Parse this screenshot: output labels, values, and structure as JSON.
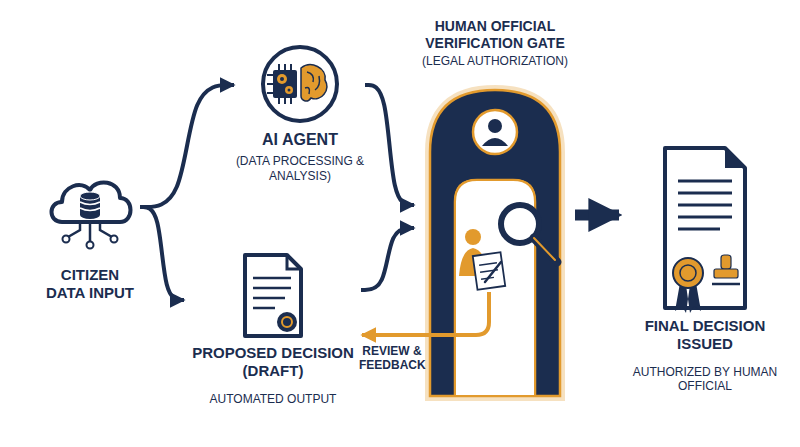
{
  "diagram": {
    "nodes": [
      {
        "text": [
          "CITIZEN DATA INPUT"
        ]
      },
      {
        "text": [
          "AI AGENT",
          "(DATA PROCESSING & ANALYSIS)"
        ]
      },
      {
        "text": [
          "PROPOSED DECISION (DRAFT)",
          "AUTOMATED OUTPUT"
        ]
      },
      {
        "text": [
          "HUMAN OFFICIAL VERIFICATION GATE",
          "(LEGAL AUTHORIZATION)"
        ]
      },
      {
        "text": [
          "FINAL DECISION ISSUED",
          "AUTHORIZED BY HUMAN OFFICIAL"
        ]
      }
    ],
    "edges": [
      {
        "from": 0,
        "to": 1,
        "arrow": "to"
      },
      {
        "from": 0,
        "to": 2,
        "arrow": "to"
      },
      {
        "from": 1,
        "to": 3,
        "arrow": "to"
      },
      {
        "from": 2,
        "to": 3,
        "arrow": "to"
      },
      {
        "from": 3,
        "to": 4,
        "arrow": "to"
      },
      {
        "from": 3,
        "to": 2,
        "label": "REVIEW & FEEDBACK",
        "arrow": "to"
      }
    ]
  }
}
